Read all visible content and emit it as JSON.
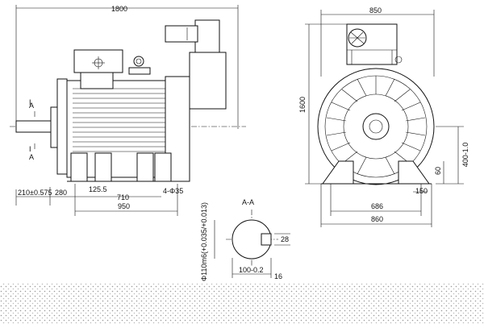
{
  "drawing": {
    "section_label": "A-A",
    "section_mark_top": "A",
    "section_mark_bottom": "A"
  },
  "front_view": {
    "dims": {
      "overall_length": "1800",
      "shaft_ext": "210±0.575",
      "d_280": "280",
      "d_125_5": "125.5",
      "d_710": "710",
      "bolt_holes": "4-Φ35",
      "d_950": "950"
    }
  },
  "side_view": {
    "dims": {
      "width": "850",
      "height": "1600",
      "center_height": "400-1.0",
      "foot_h": "60",
      "foot_w": "150",
      "base_686": "686",
      "base_860": "860"
    }
  },
  "section": {
    "dims": {
      "shaft_dia": "Φ110m6(+0.035/+0.013)",
      "key_depth": "28",
      "shaft_key": "100-0.2",
      "key_width": "16"
    }
  }
}
